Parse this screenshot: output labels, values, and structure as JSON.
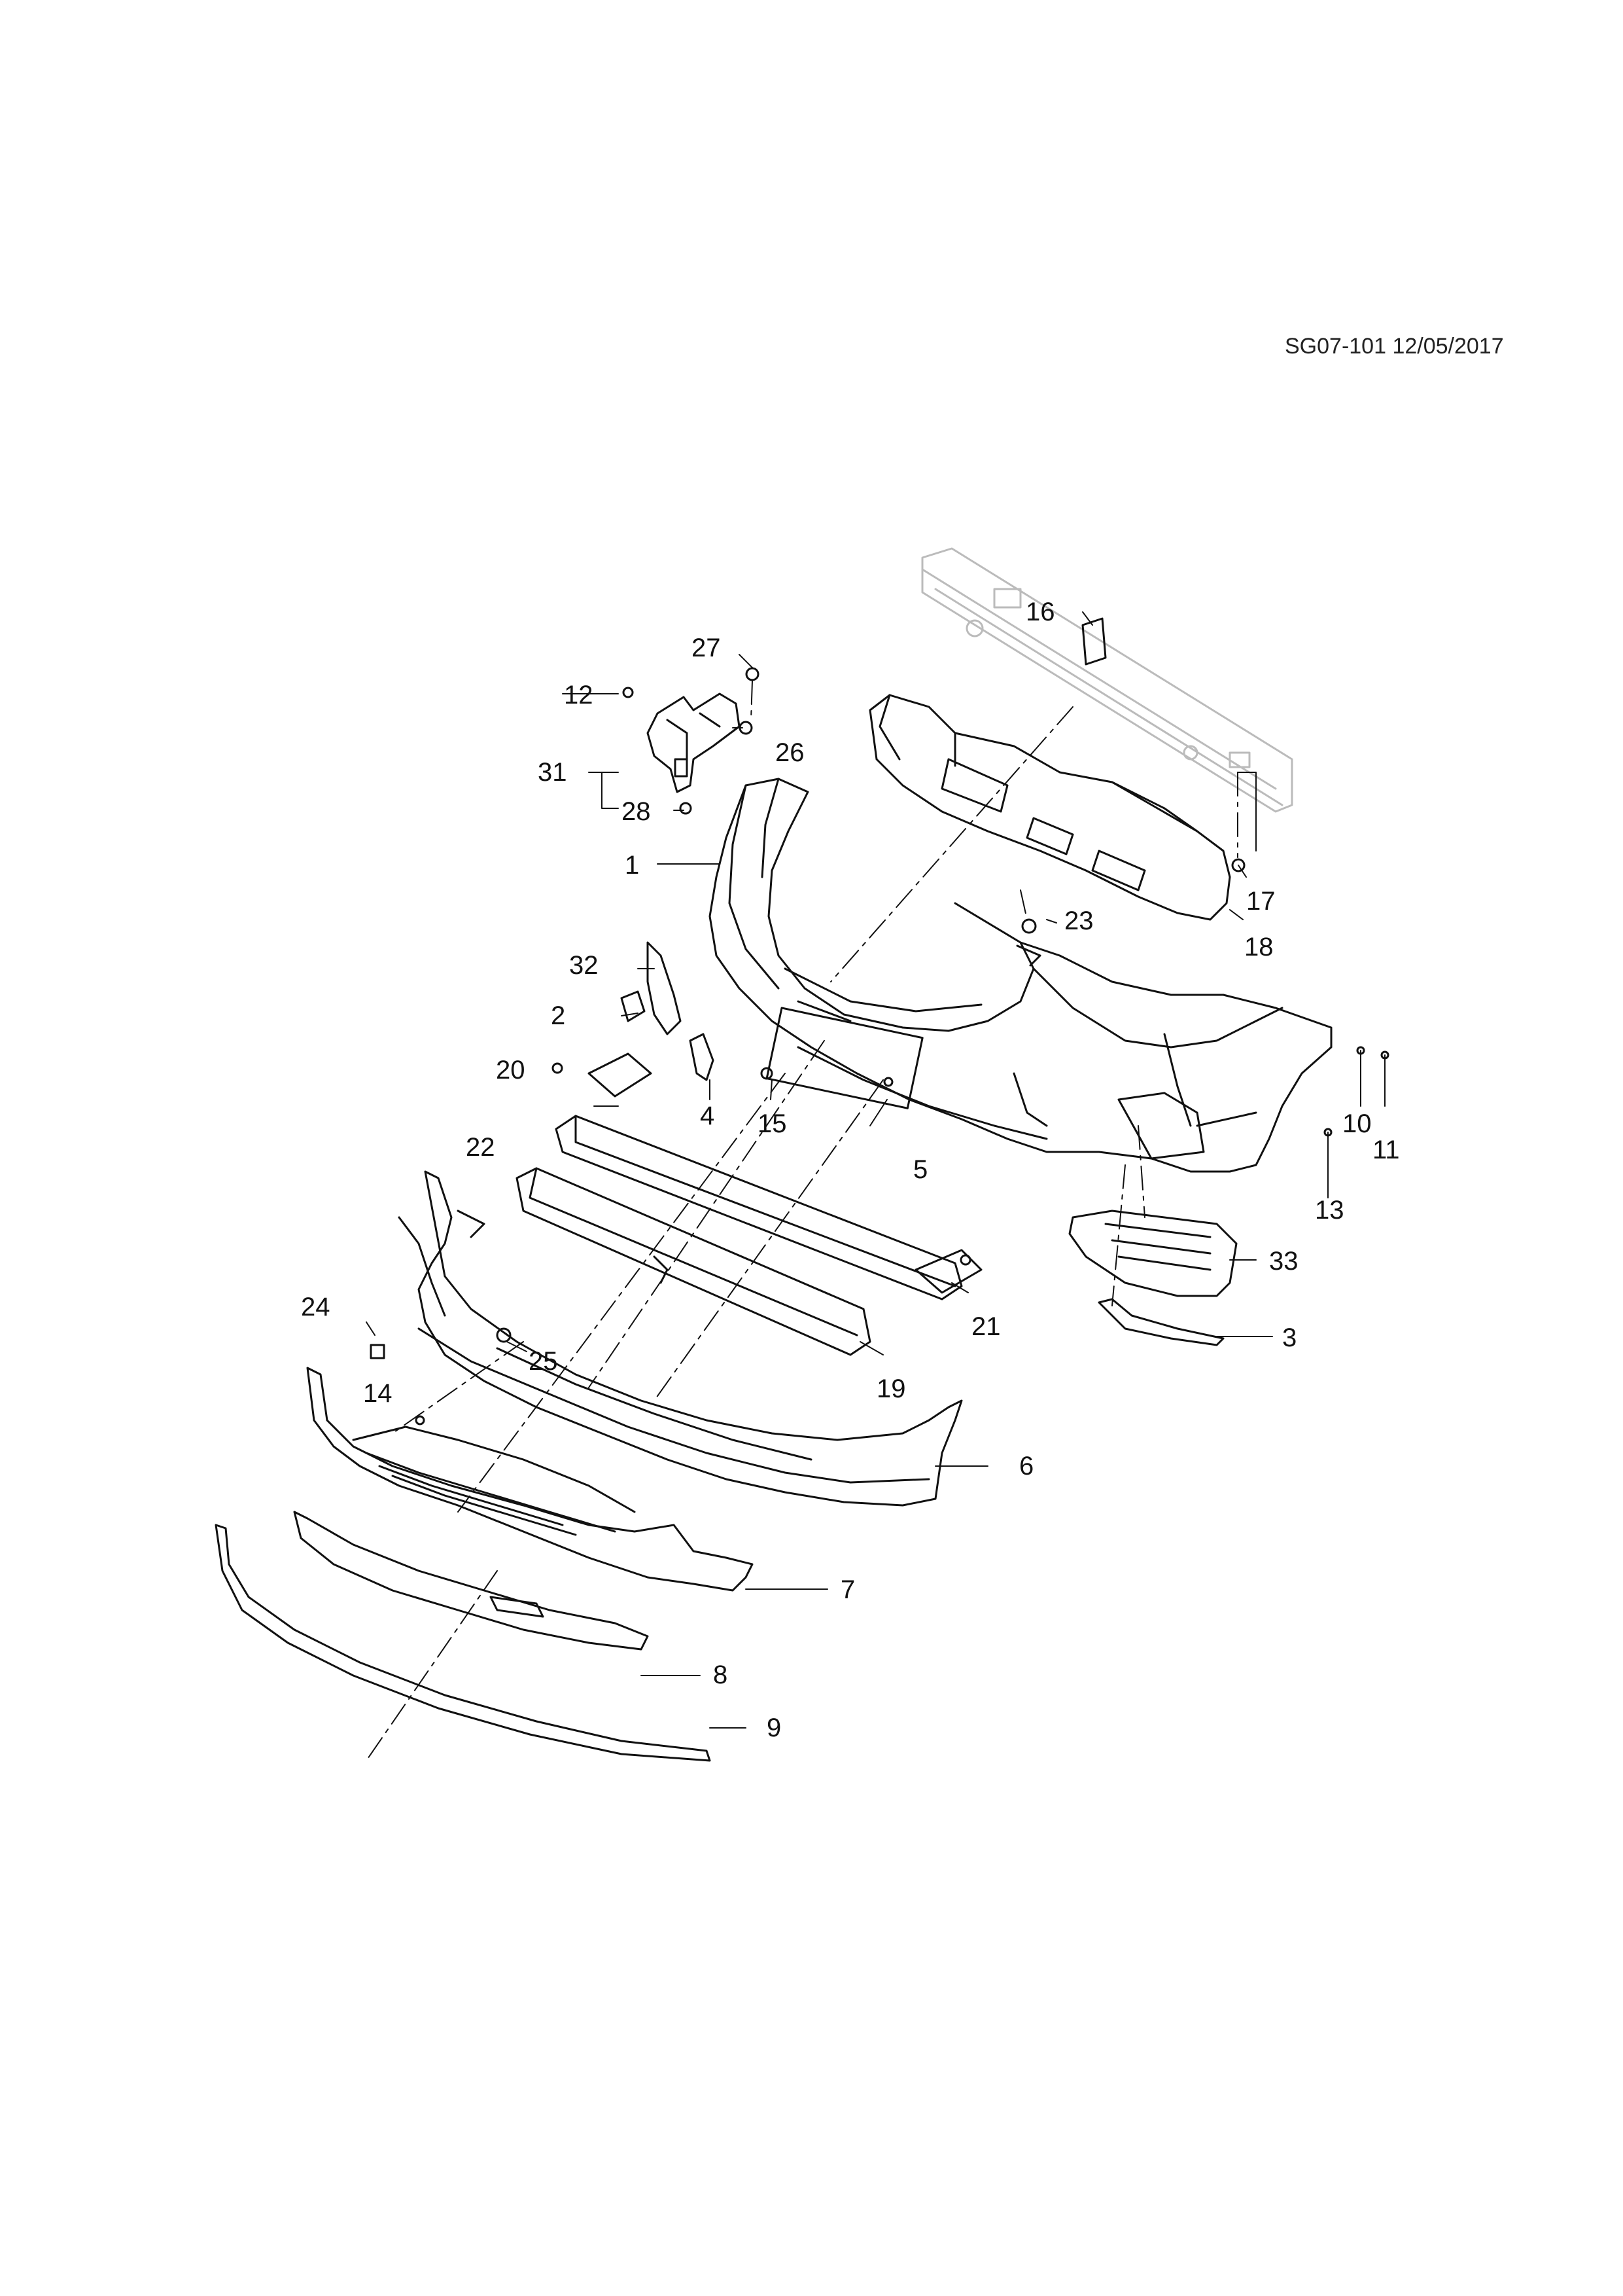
{
  "sheet": {
    "code": "SG07-101 12/05/2017",
    "background": "#ffffff",
    "line_color": "#111111"
  },
  "callouts": [
    "1",
    "2",
    "3",
    "4",
    "5",
    "6",
    "7",
    "8",
    "9",
    "10",
    "11",
    "12",
    "13",
    "14",
    "15",
    "16",
    "17",
    "18",
    "19",
    "20",
    "21",
    "22",
    "23",
    "24",
    "25",
    "26",
    "27",
    "28",
    "31",
    "32",
    "33"
  ]
}
